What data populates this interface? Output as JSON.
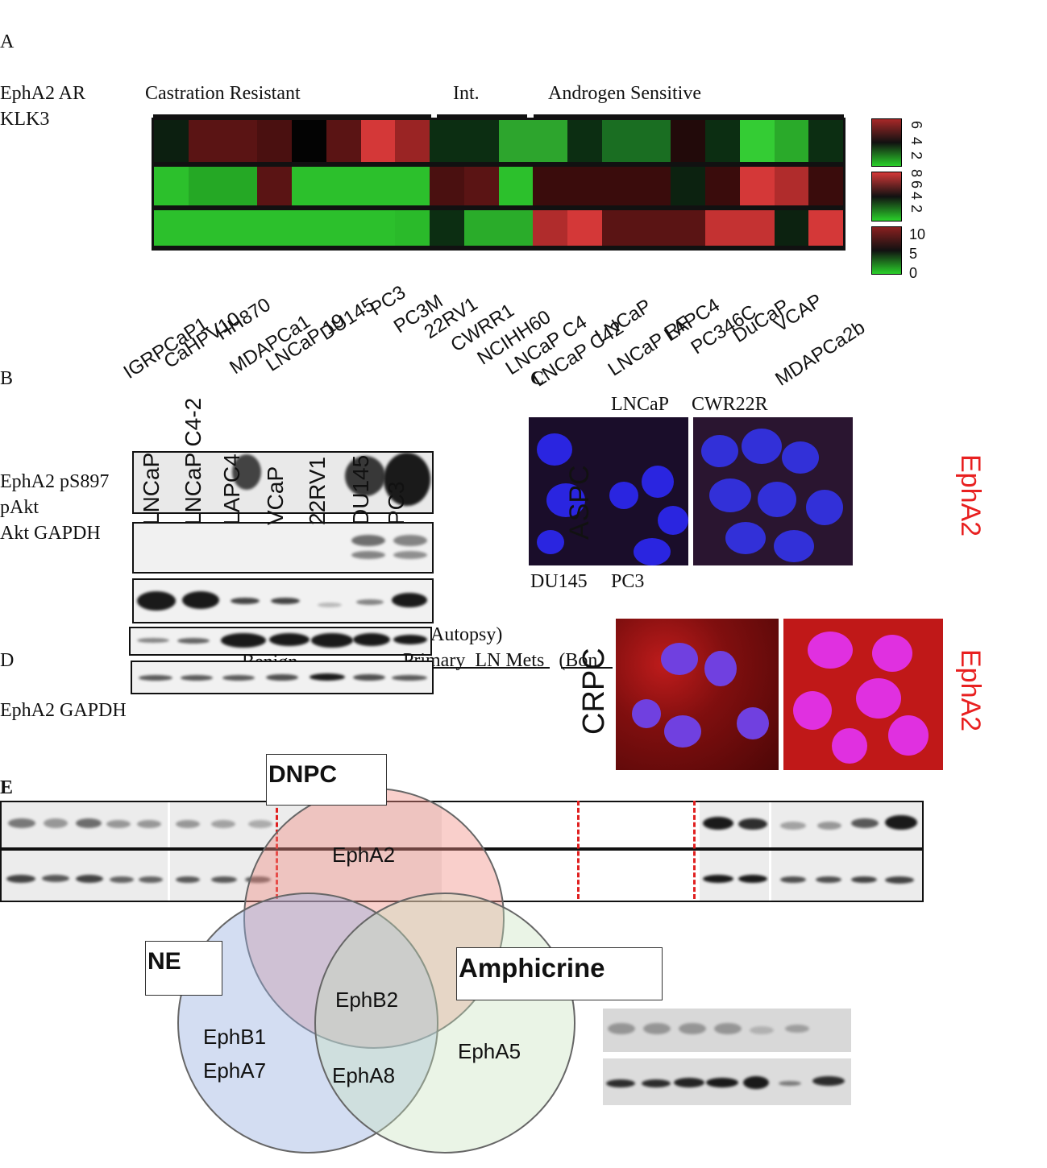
{
  "panelA": {
    "letter": "A",
    "row_labels": "EphA2 AR\nKLK3",
    "group_cr": "Castration Resistant",
    "group_int": "Int.",
    "group_as": "Androgen Sensitive",
    "cell_lines": [
      "IGRPCaP1",
      "CaHPV10",
      "HH870",
      "MDAPCa1",
      "LNCaP 19",
      "DU145",
      "PC3",
      "PC3M",
      "22RV1",
      "CWRR1",
      "NCIHH60",
      "LNCaP C4",
      "LNCaP C42",
      "LNCaP",
      "LNCaP RF",
      "LAPC4",
      "PC346C",
      "DuCaP",
      "VCAP",
      "MDAPCa2b"
    ],
    "heatmap_rows": [
      [
        "#0c1f10",
        "#5a1414",
        "#5a1414",
        "#4a1010",
        "#030303",
        "#5a1414",
        "#d43838",
        "#9a2424",
        "#0c2e12",
        "#0c2e12",
        "#2da52d",
        "#2da52d",
        "#0c2e12",
        "#1a6e22",
        "#1a6e22",
        "#220a0a",
        "#0c2e12",
        "#34cc34",
        "#2aaa2a",
        "#0c2e12"
      ],
      [
        "#2cc02c",
        "#25a825",
        "#25a825",
        "#5a1414",
        "#2cc02c",
        "#2cc02c",
        "#2cc02c",
        "#2cc02c",
        "#4a1010",
        "#5a1414",
        "#2cc02c",
        "#3a0c0c",
        "#3a0c0c",
        "#3a0c0c",
        "#3a0c0c",
        "#0c2210",
        "#3a0c0c",
        "#d43838",
        "#b02c2c",
        "#3a0c0c"
      ],
      [
        "#2cc02c",
        "#2cc02c",
        "#2cc02c",
        "#2cc02c",
        "#2cc02c",
        "#2cc02c",
        "#2cc02c",
        "#2aba2a",
        "#0c2e12",
        "#2aac2a",
        "#2aac2a",
        "#b02c2c",
        "#d43838",
        "#5a1414",
        "#5a1414",
        "#5a1414",
        "#c43232",
        "#c43232",
        "#0c2210",
        "#d43838"
      ]
    ],
    "colorbars": [
      {
        "ticks": [
          "6",
          "4",
          "2"
        ]
      },
      {
        "ticks": [
          "8",
          "6",
          "4",
          "2"
        ]
      },
      {
        "ticks": [
          "10",
          "5",
          "0"
        ]
      }
    ]
  },
  "panelB": {
    "letter": "B",
    "lanes": [
      "LNCaP",
      "LNCaP C4-2",
      "LAPC4",
      "VCaP",
      "22RV1",
      "DU145",
      "PC3"
    ],
    "row_labels_1": "EphA2 pS897",
    "row_labels_2": "pAkt",
    "row_labels_3": "Akt GAPDH"
  },
  "panelC": {
    "letter": "C",
    "label_lncap": "LNCaP",
    "label_cwr": "CWR22R",
    "label_du145": "DU145",
    "label_pc3": "PC3",
    "aspc": "ASPC",
    "crpc": "CRPC",
    "stain_1": "EphA2",
    "stain_2": "EphA2"
  },
  "panelD": {
    "letter": "D",
    "title_fragment": "Autopsy)",
    "sub_benign": "Benign",
    "sub_rest": "Primary  LN Mets   (Bon",
    "row_labels": "EphA2 GAPDH"
  },
  "panelE": {
    "letter": "E",
    "venn": {
      "dnpc": "DNPC",
      "ne": "NE",
      "amphicrine": "Amphicrine",
      "epha2": "EphA2",
      "ephb2": "EphB2",
      "ephb1": "EphB1",
      "epha7": "EphA7",
      "epha8": "EphA8",
      "epha5": "EphA5"
    }
  }
}
